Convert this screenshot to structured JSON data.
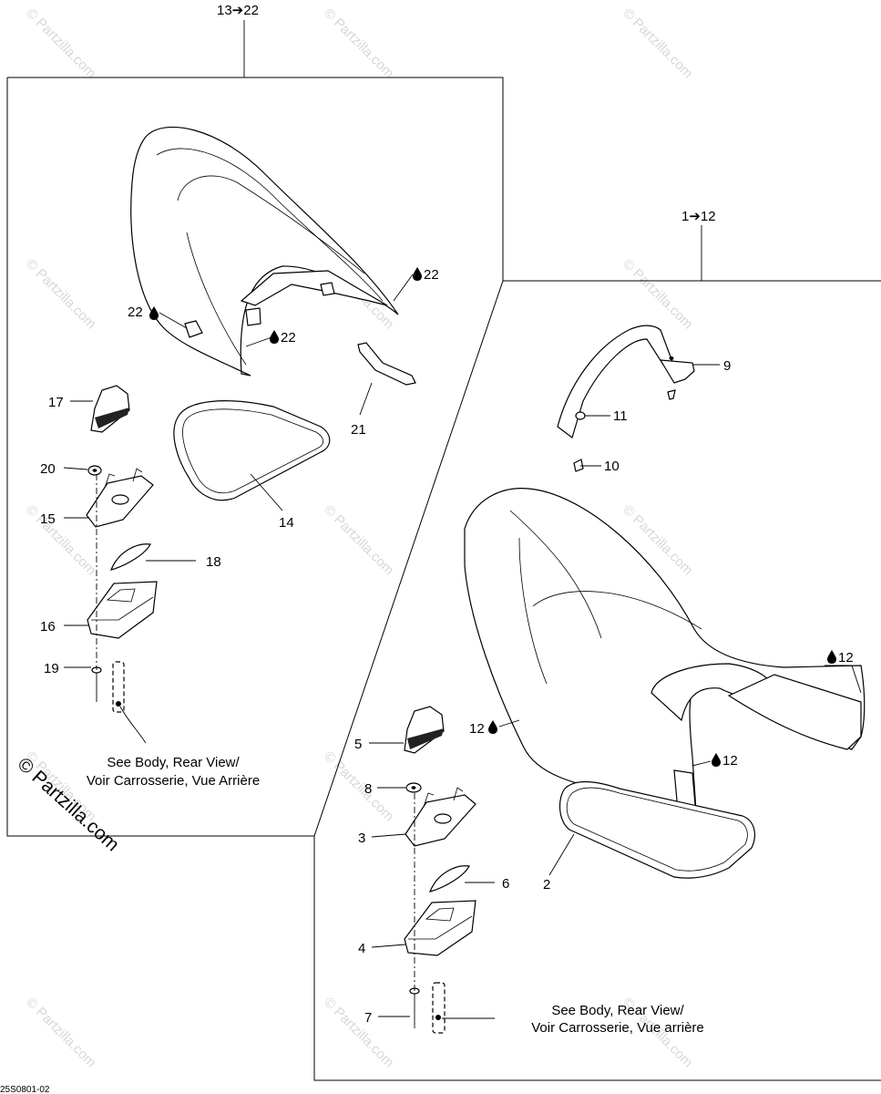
{
  "diagram": {
    "group_labels": {
      "rear_group": "13➔22",
      "front_group": "1➔12"
    },
    "callouts": {
      "c1": "9",
      "c2": "11",
      "c3": "10",
      "c4": "2",
      "c5": "5",
      "c6": "8",
      "c7": "3",
      "c8": "6",
      "c9": "4",
      "c10": "7",
      "c12": "17",
      "c13": "20",
      "c14": "15",
      "c15": "18",
      "c16": "16",
      "c17": "19",
      "c18": "14",
      "c19": "21"
    },
    "adhesive_callouts": {
      "a1": "22",
      "a2": "22",
      "a3": "22",
      "a4": "12",
      "a5": "12",
      "a6": "12"
    },
    "notes": {
      "left_line1": "See Body, Rear View/",
      "left_line2": "Voir Carrosserie, Vue Arrière",
      "right_line1": "See Body, Rear View/",
      "right_line2": "Voir Carrosserie, Vue arrière"
    },
    "watermark_text": "© Partzilla.com",
    "copyright_text": "© Partzilla.com",
    "drawing_code": "25S0801-02"
  }
}
